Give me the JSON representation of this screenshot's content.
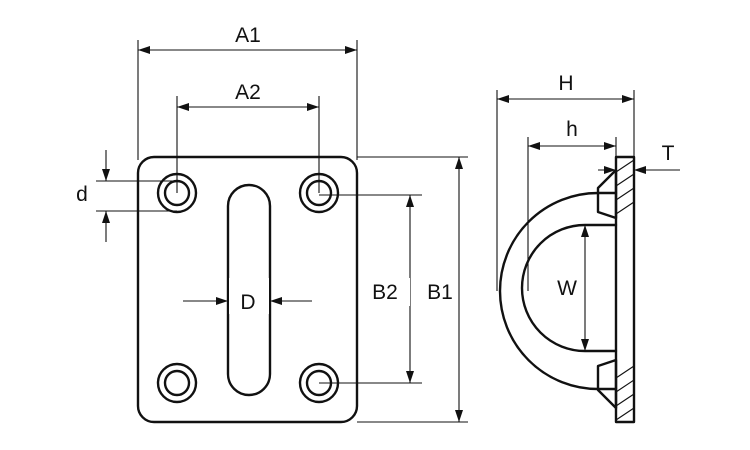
{
  "labels": {
    "A1": "A1",
    "A2": "A2",
    "B1": "B1",
    "B2": "B2",
    "d": "d",
    "D": "D",
    "H": "H",
    "h": "h",
    "T": "T",
    "W": "W"
  },
  "colors": {
    "line": "#111111",
    "background": "#ffffff"
  }
}
